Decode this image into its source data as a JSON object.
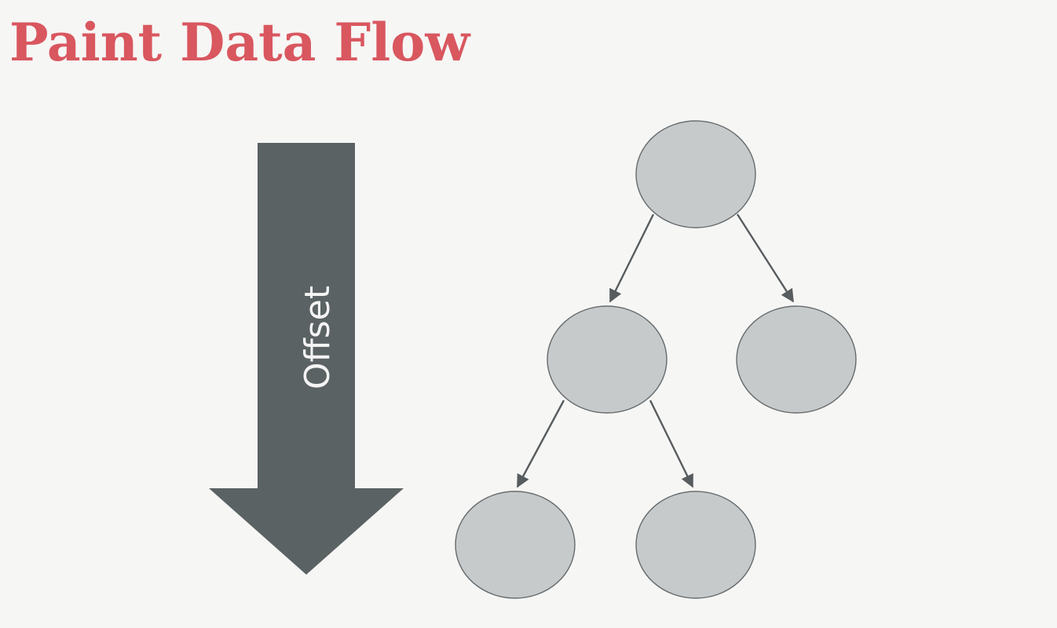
{
  "slide": {
    "title": "Paint Data Flow"
  },
  "flow_arrow": {
    "label": "Offset",
    "color": "#5b6263",
    "direction": "down"
  },
  "tree": {
    "node_color": "#c6cacb",
    "nodes": [
      {
        "id": "root",
        "parent": null
      },
      {
        "id": "left-child",
        "parent": "root"
      },
      {
        "id": "right-child",
        "parent": "root"
      },
      {
        "id": "left-left-grandchild",
        "parent": "left-child"
      },
      {
        "id": "left-right-grandchild",
        "parent": "left-child"
      }
    ]
  }
}
